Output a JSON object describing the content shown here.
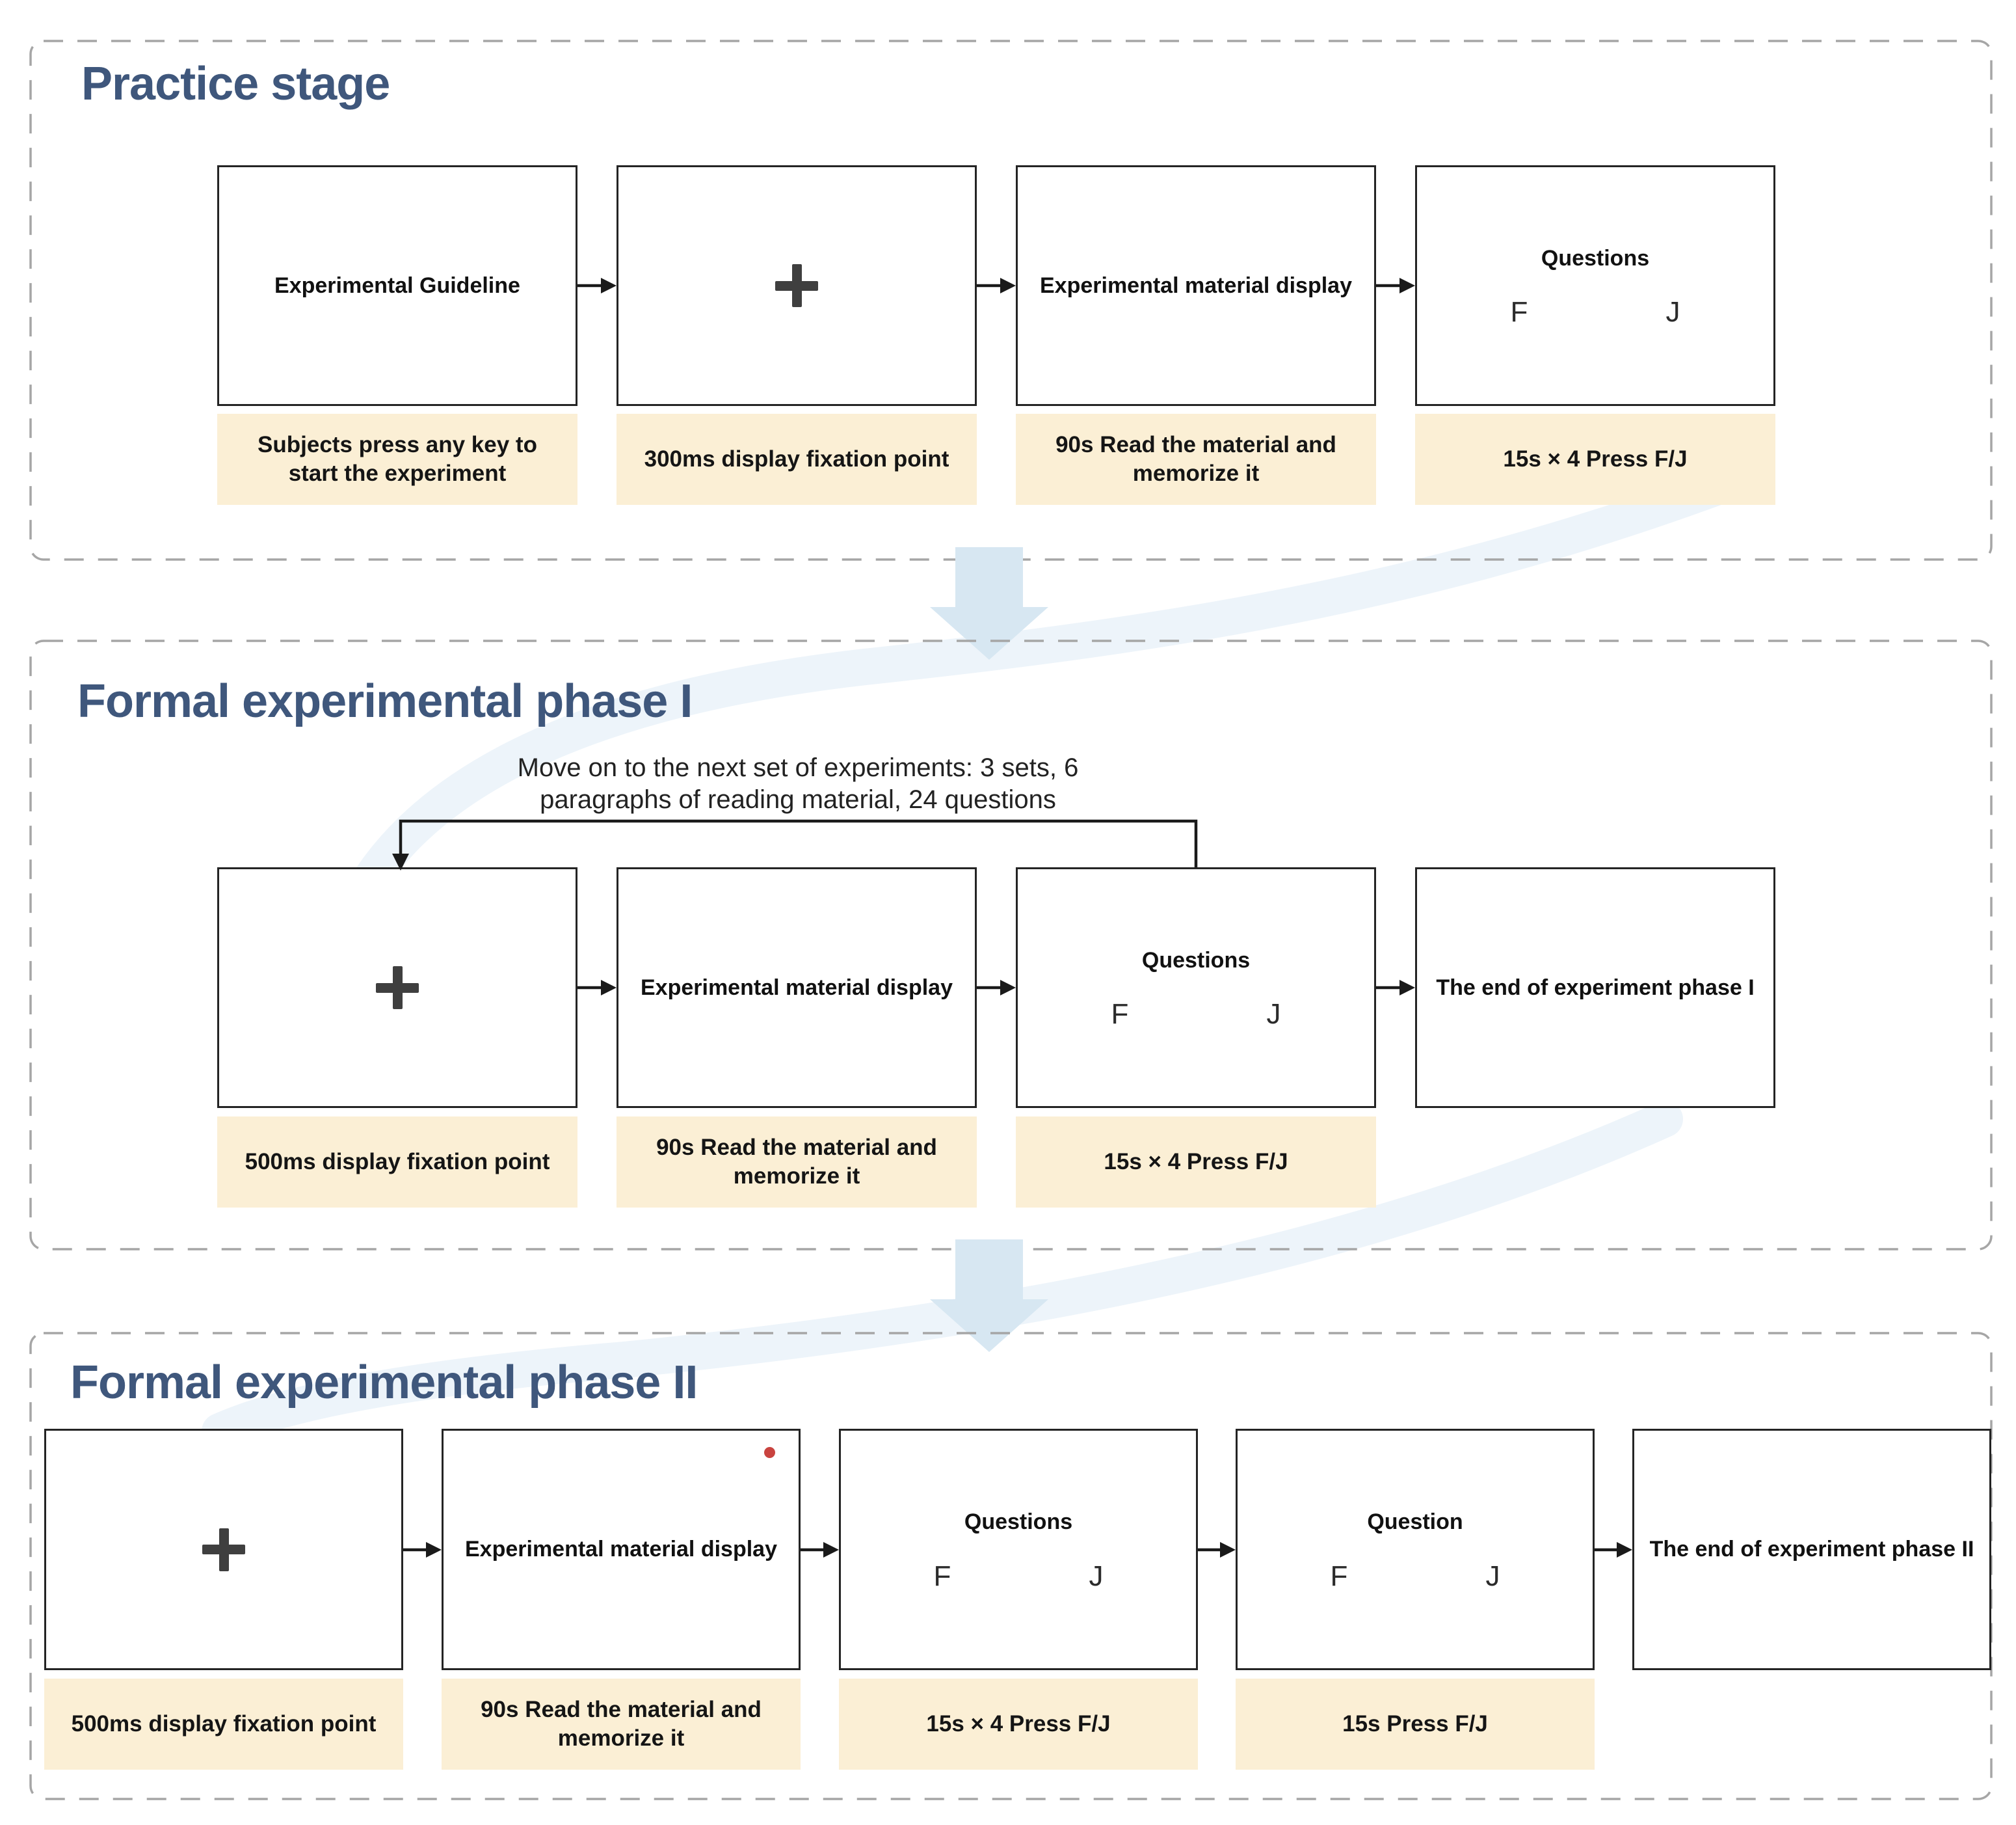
{
  "palette": {
    "title_color": "#3F577C",
    "caption_bg": "#FBEFD5",
    "box_border": "#242424",
    "dashed_border": "#A6A6A6",
    "black_arrow": "#1A1A1A",
    "section_arrow_blue": "#D7E7F2",
    "swoosh_blue": "#EDF4FA",
    "red_dot": "#C9433F",
    "fixation_cross": "#3F3F3F"
  },
  "sections": [
    {
      "title": "Practice stage",
      "boxes": [
        {
          "label": "Experimental Guideline",
          "caption": "Subjects press any key to start the experiment"
        },
        {
          "type": "fixation-cross",
          "caption": "300ms display fixation point"
        },
        {
          "label": "Experimental material display",
          "caption": "90s Read the material and memorize it"
        },
        {
          "label": "Questions",
          "keys": [
            "F",
            "J"
          ],
          "caption": "15s × 4 Press F/J"
        }
      ]
    },
    {
      "title": "Formal experimental phase I",
      "loop_note": {
        "line1": "Move on to the next set of experiments: 3 sets, 6",
        "line2": "paragraphs of reading material, 24 questions"
      },
      "boxes": [
        {
          "type": "fixation-cross",
          "caption": "500ms display fixation point"
        },
        {
          "label": "Experimental material display",
          "caption": "90s Read the material and memorize it"
        },
        {
          "label": "Questions",
          "keys": [
            "F",
            "J"
          ],
          "caption": "15s × 4 Press F/J"
        },
        {
          "label": "The end of experiment phase I"
        }
      ]
    },
    {
      "title": "Formal experimental phase II",
      "boxes": [
        {
          "type": "fixation-cross",
          "caption": "500ms display fixation point"
        },
        {
          "label": "Experimental material display",
          "indicator": "red-dot",
          "caption": "90s Read the material and memorize it"
        },
        {
          "label": "Questions",
          "keys": [
            "F",
            "J"
          ],
          "caption": "15s × 4 Press F/J"
        },
        {
          "label": "Question",
          "keys": [
            "F",
            "J"
          ],
          "caption": "15s Press F/J"
        },
        {
          "label": "The end of experiment phase II"
        }
      ]
    }
  ]
}
